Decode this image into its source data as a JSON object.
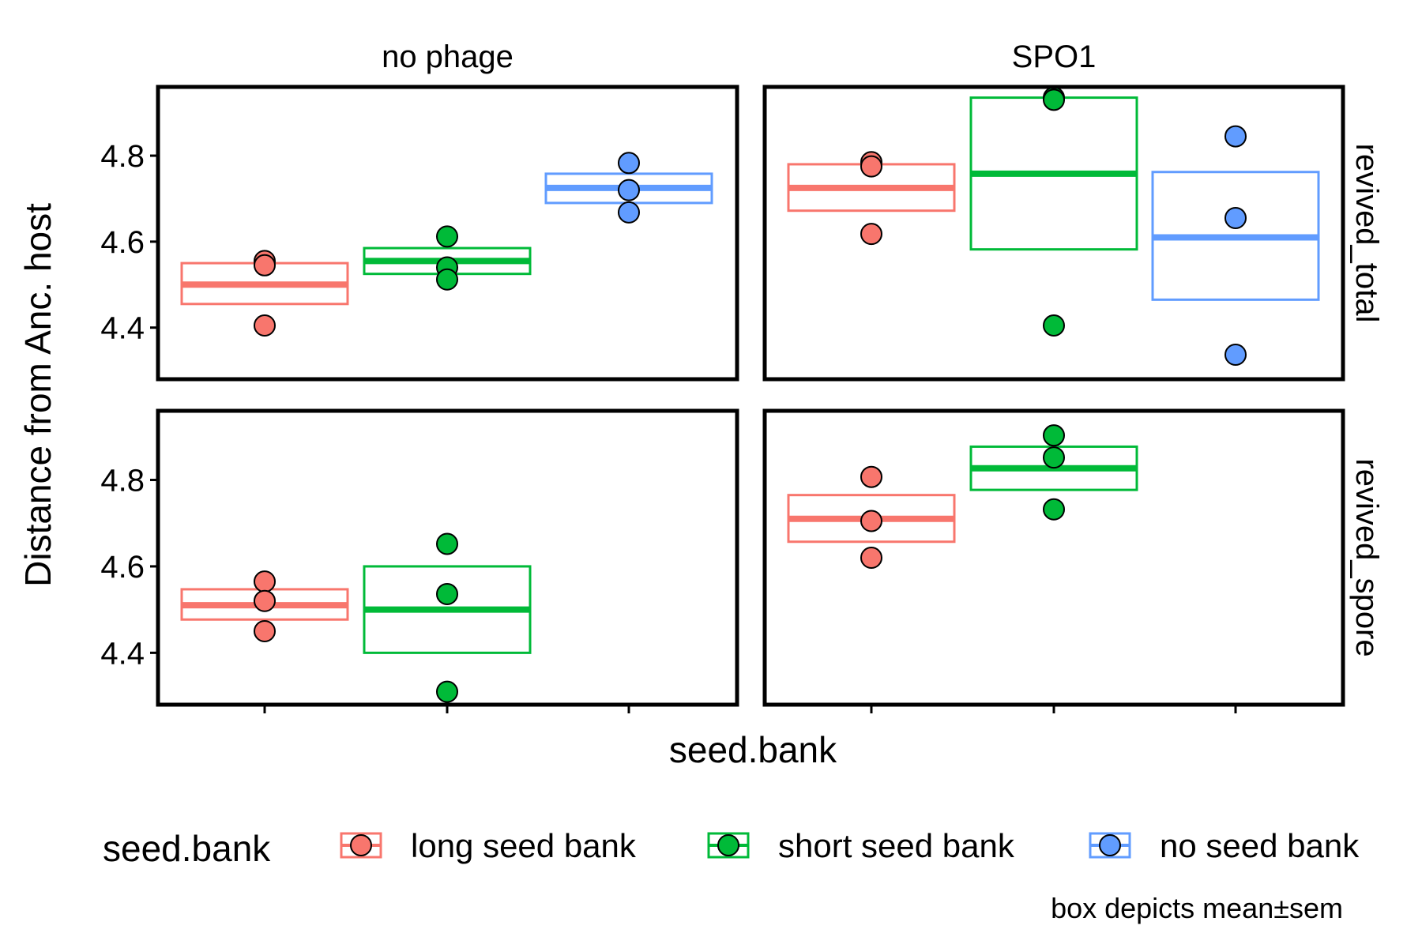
{
  "chart_data": {
    "type": "crossbar",
    "ylabel": "Distance from Anc. host",
    "xlabel": "seed.bank",
    "y_ticks": [
      "4.4",
      "4.6",
      "4.8"
    ],
    "ylim": [
      4.28,
      4.96
    ],
    "col_facets": [
      "no phage",
      "SPO1"
    ],
    "row_facets": [
      "revived_total",
      "revived_spore"
    ],
    "groups": [
      {
        "name": "long seed bank",
        "color": "#F8766D"
      },
      {
        "name": "short seed bank",
        "color": "#00BA38"
      },
      {
        "name": "no seed bank",
        "color": "#619CFF"
      }
    ],
    "panels": [
      {
        "col": "no phage",
        "row": "revived_total",
        "series": [
          {
            "group": "long seed bank",
            "mean": 4.5,
            "low": 4.455,
            "high": 4.55,
            "points": [
              4.555,
              4.545,
              4.405
            ]
          },
          {
            "group": "short seed bank",
            "mean": 4.555,
            "low": 4.525,
            "high": 4.585,
            "points": [
              4.612,
              4.54,
              4.512
            ]
          },
          {
            "group": "no seed bank",
            "mean": 4.725,
            "low": 4.69,
            "high": 4.758,
            "points": [
              4.783,
              4.72,
              4.668
            ]
          }
        ]
      },
      {
        "col": "SPO1",
        "row": "revived_total",
        "series": [
          {
            "group": "long seed bank",
            "mean": 4.725,
            "low": 4.672,
            "high": 4.78,
            "points": [
              4.785,
              4.775,
              4.618
            ]
          },
          {
            "group": "short seed bank",
            "mean": 4.758,
            "low": 4.582,
            "high": 4.935,
            "points": [
              4.935,
              4.93,
              4.405
            ]
          },
          {
            "group": "no seed bank",
            "mean": 4.61,
            "low": 4.465,
            "high": 4.762,
            "points": [
              4.845,
              4.655,
              4.337
            ]
          }
        ]
      },
      {
        "col": "no phage",
        "row": "revived_spore",
        "series": [
          {
            "group": "long seed bank",
            "mean": 4.51,
            "low": 4.477,
            "high": 4.547,
            "points": [
              4.565,
              4.52,
              4.45
            ]
          },
          {
            "group": "short seed bank",
            "mean": 4.5,
            "low": 4.4,
            "high": 4.6,
            "points": [
              4.652,
              4.536,
              4.31
            ]
          }
        ]
      },
      {
        "col": "SPO1",
        "row": "revived_spore",
        "series": [
          {
            "group": "long seed bank",
            "mean": 4.71,
            "low": 4.657,
            "high": 4.765,
            "points": [
              4.807,
              4.705,
              4.62
            ]
          },
          {
            "group": "short seed bank",
            "mean": 4.827,
            "low": 4.777,
            "high": 4.877,
            "points": [
              4.903,
              4.852,
              4.732
            ]
          }
        ]
      }
    ],
    "legend": {
      "title": "seed.bank",
      "position": "bottom"
    },
    "caption": "box depicts mean±sem"
  }
}
